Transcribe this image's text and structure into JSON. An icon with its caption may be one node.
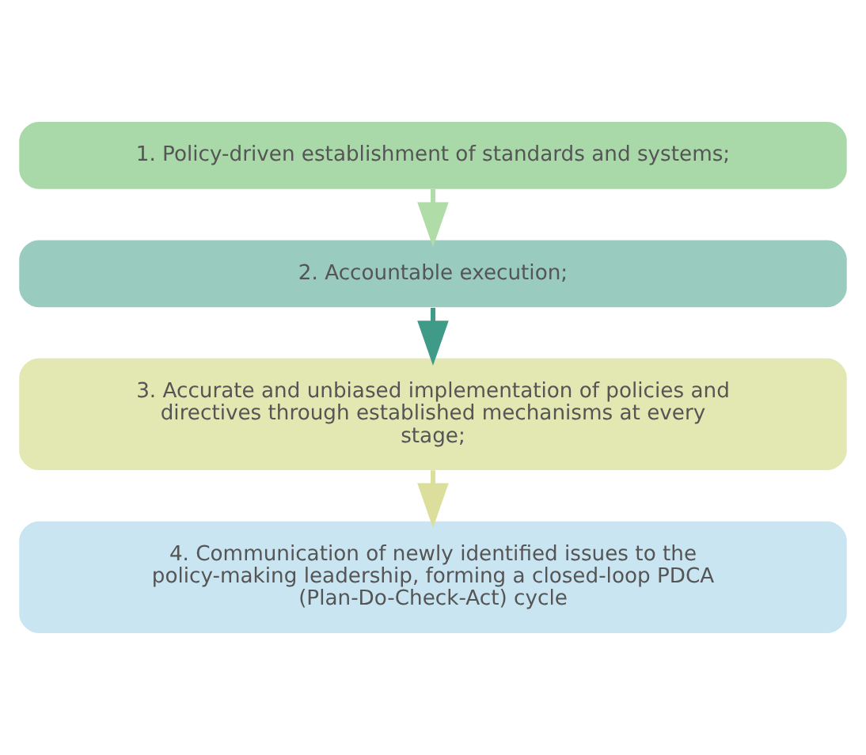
{
  "diagram": {
    "nodes": [
      {
        "text": [
          "1. Policy-driven establishment of standards and systems;"
        ]
      },
      {
        "text": [
          "2. Accountable execution;"
        ]
      },
      {
        "text": [
          "3. Accurate and unbiased implementation of policies and directives through established mechanisms at every stage;"
        ]
      },
      {
        "text": [
          "4. Communication of newly identified issues to the policy-making leadership, forming a closed-loop PDCA (Plan-Do-Check-Act) cycle"
        ]
      }
    ],
    "edges": [
      {
        "from": 0,
        "to": 1,
        "arrow": "to",
        "color": "#b0dca8"
      },
      {
        "from": 1,
        "to": 2,
        "arrow": "to",
        "color": "#3f9a88"
      },
      {
        "from": 2,
        "to": 3,
        "arrow": "to",
        "color": "#dcdf9c"
      }
    ]
  }
}
